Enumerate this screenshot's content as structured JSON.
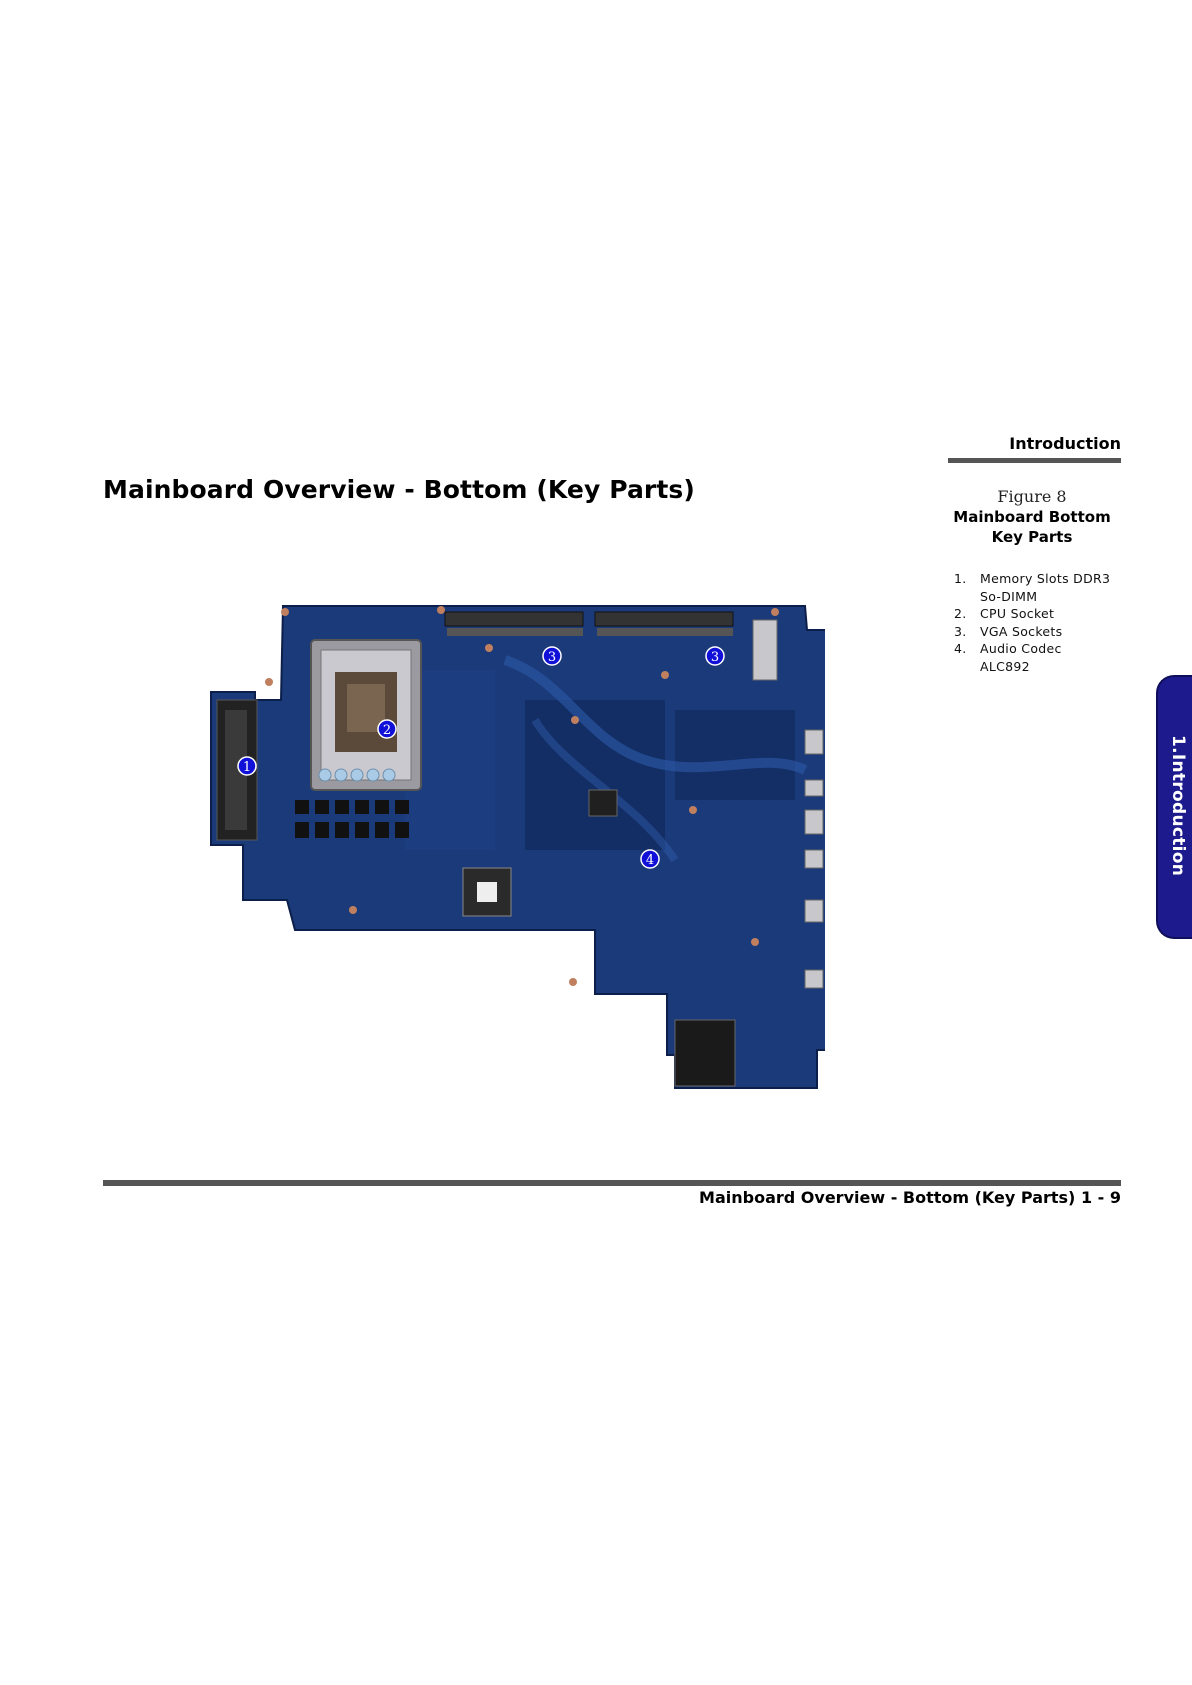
{
  "header": {
    "section": "Introduction",
    "heading": "Mainboard Overview - Bottom (Key Parts)"
  },
  "figure": {
    "number": "Figure 8",
    "title_line1": "Mainboard Bottom",
    "title_line2": "Key Parts",
    "parts": [
      {
        "num": "1.",
        "line1": "Memory Slots DDR3",
        "line2": "So-DIMM"
      },
      {
        "num": "2.",
        "line1": "CPU Socket",
        "line2": ""
      },
      {
        "num": "3.",
        "line1": "VGA Sockets",
        "line2": ""
      },
      {
        "num": "4.",
        "line1": "Audio Codec",
        "line2": "ALC892"
      }
    ],
    "markers": [
      "1",
      "2",
      "3",
      "3",
      "4"
    ],
    "board_color": "#1b3a7a",
    "marker_color": "#1010d8"
  },
  "side_tab": {
    "label": "1.Introduction",
    "color": "#1c1a8c"
  },
  "footer": {
    "title": "Mainboard Overview - Bottom (Key Parts)",
    "page": "1  -  9"
  }
}
